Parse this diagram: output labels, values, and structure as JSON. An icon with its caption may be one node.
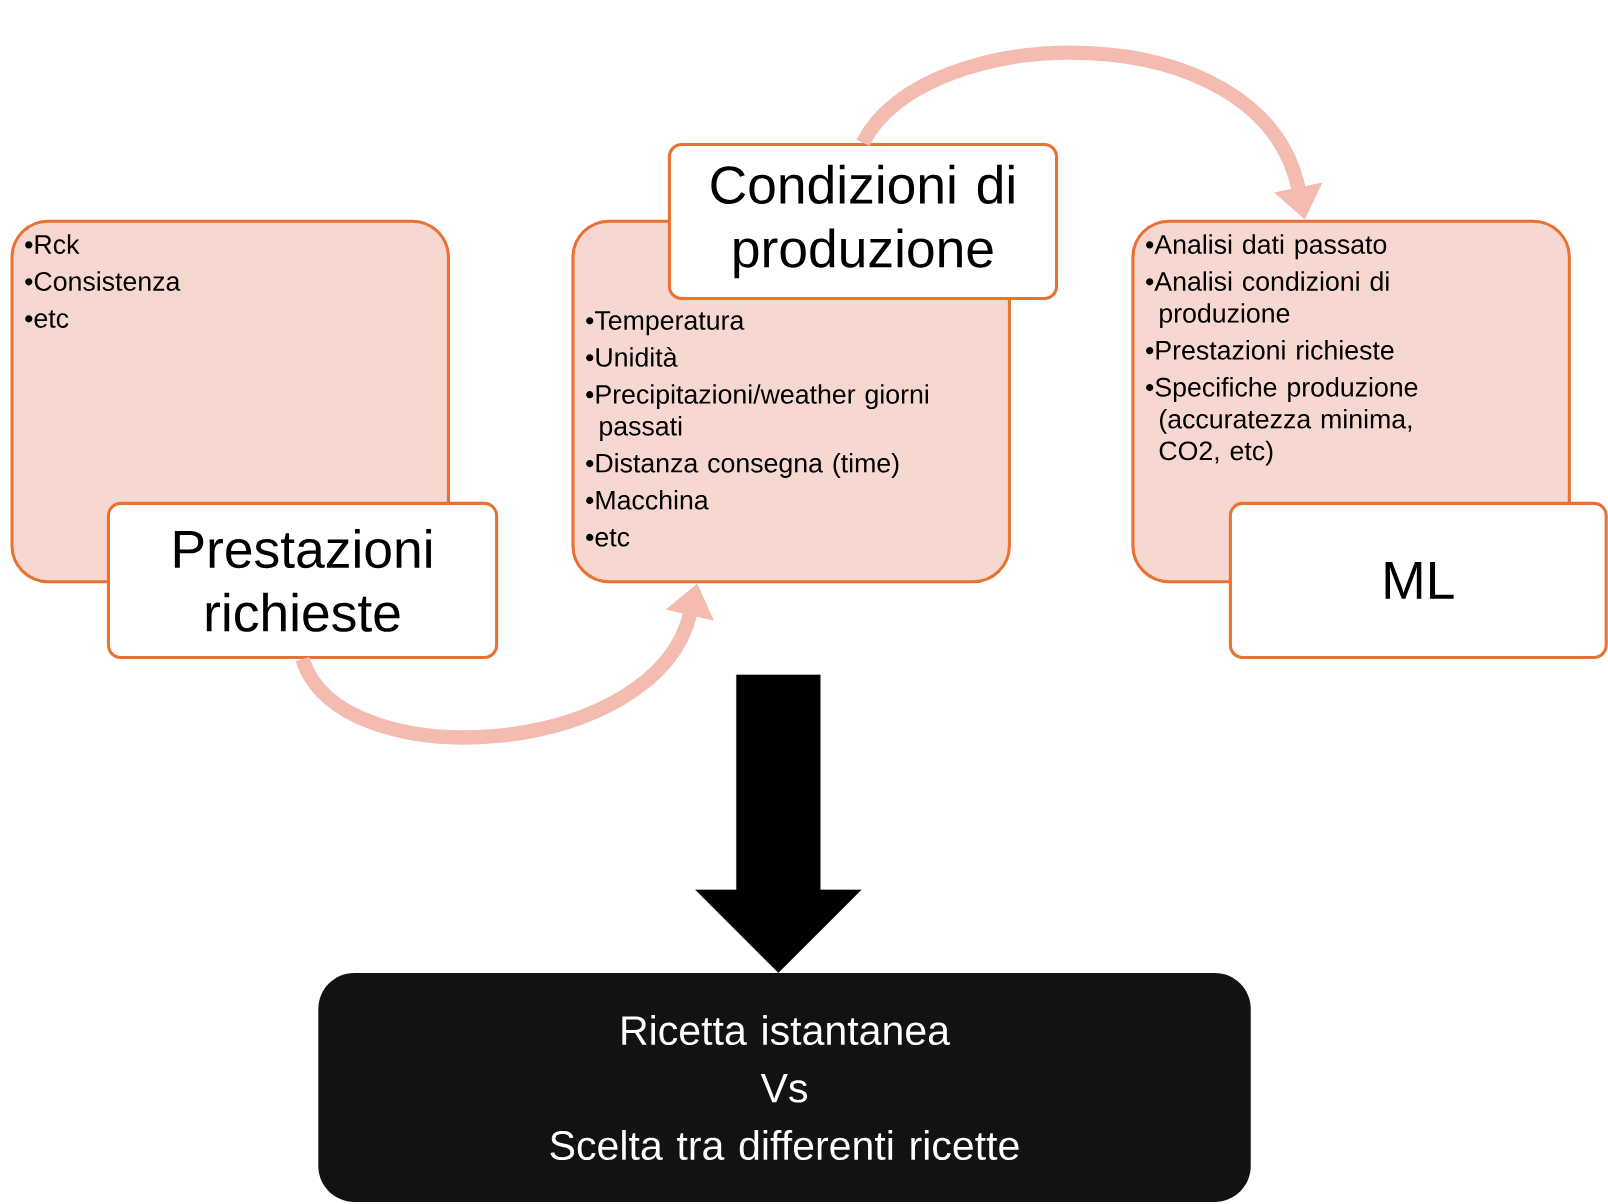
{
  "diagram": {
    "nodes": [
      {
        "text": [
          "•Rck",
          "•Consistenza",
          "•etc"
        ]
      },
      {
        "text": [
          "Prestazioni richieste"
        ]
      },
      {
        "text": [
          "•Temperatura",
          "•Unidità",
          "•Precipitazioni/weather giorni passati",
          "•Distanza consegna (time)",
          "•Macchina",
          "•etc"
        ]
      },
      {
        "text": [
          "Condizioni di produzione"
        ]
      },
      {
        "text": [
          "•Analisi dati passato",
          "•Analisi condizioni di produzione",
          "•Prestazioni richieste",
          "•Specifiche produzione (accuratezza minima, CO2, etc)"
        ]
      },
      {
        "text": [
          "ML"
        ]
      },
      {
        "text": [
          "Ricetta istantanea",
          "Vs",
          "Scelta tra differenti ricette"
        ]
      }
    ],
    "edges": [
      {
        "from": 1,
        "to": 2,
        "arrow": "to"
      },
      {
        "from": 3,
        "to": 4,
        "arrow": "to"
      },
      {
        "from": null,
        "to": 6,
        "arrow": "to",
        "style": "thick",
        "color": "#000000"
      }
    ]
  }
}
